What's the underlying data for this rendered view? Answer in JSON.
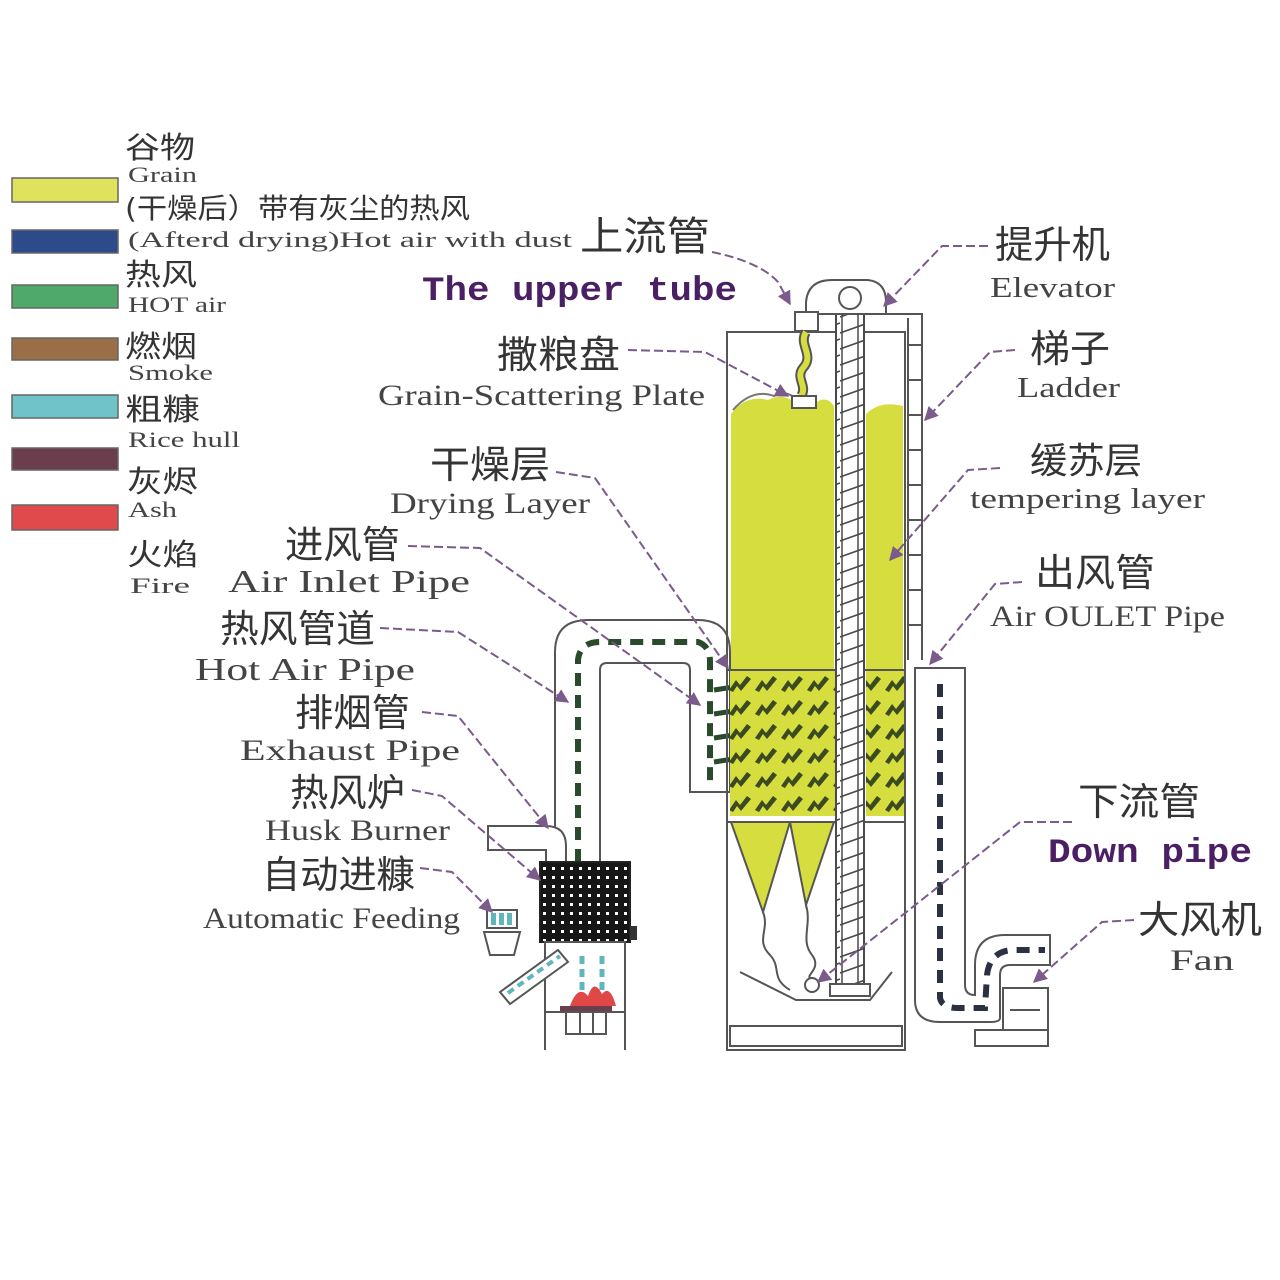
{
  "legend": {
    "items": [
      {
        "zh": "谷物",
        "en": "Grain",
        "color": "#dfe35c"
      },
      {
        "zh": "(干燥后）带有灰尘的热风",
        "en": "(Afterd drying)Hot air with dust",
        "color": "#2d4b8b"
      },
      {
        "zh": "热风",
        "en": "HOT air",
        "color": "#4fa96a"
      },
      {
        "zh": "燃烟",
        "en": "Smoke",
        "color": "#9a6f48"
      },
      {
        "zh": "粗糠",
        "en": "Rice hull",
        "color": "#70c3c9"
      },
      {
        "zh": "灰烬",
        "en": "Ash",
        "color": "#6b3d4d"
      },
      {
        "zh": "火焰",
        "en": "Fire",
        "color": "#e04a4c"
      }
    ]
  },
  "labels": {
    "upper_tube": {
      "zh": "上流管",
      "en": "The upper tube"
    },
    "elevator": {
      "zh": "提升机",
      "en": "Elevator"
    },
    "scatter_plate": {
      "zh": "撒粮盘",
      "en": "Grain-Scattering Plate"
    },
    "ladder": {
      "zh": "梯子",
      "en": "Ladder"
    },
    "drying_layer": {
      "zh": "干燥层",
      "en": "Drying Layer"
    },
    "tempering_layer": {
      "zh": "缓苏层",
      "en": "tempering layer"
    },
    "air_inlet": {
      "zh": "进风管",
      "en": "Air Inlet Pipe"
    },
    "air_outlet": {
      "zh": "出风管",
      "en": "Air OULET Pipe"
    },
    "hot_air_pipe": {
      "zh": "热风管道",
      "en": "Hot Air Pipe"
    },
    "exhaust_pipe": {
      "zh": "排烟管",
      "en": "Exhaust Pipe"
    },
    "husk_burner": {
      "zh": "热风炉",
      "en": "Husk Burner"
    },
    "down_pipe": {
      "zh": "下流管",
      "en": "Down pipe"
    },
    "auto_feeding": {
      "zh": "自动进糠",
      "en": "Automatic Feeding"
    },
    "fan": {
      "zh": "大风机",
      "en": "Fan"
    }
  },
  "colors": {
    "accent": "#4b1f63",
    "leader": "#7b5a8c",
    "grain": "#d5dd3f",
    "drying_mark": "#3c4a22",
    "hot_air_flow": "#2a4a2c",
    "exhaust_flow": "#2a3142",
    "rice_hull": "#5fb6bd",
    "fire": "#e04848",
    "ash": "#6b3d4d"
  }
}
